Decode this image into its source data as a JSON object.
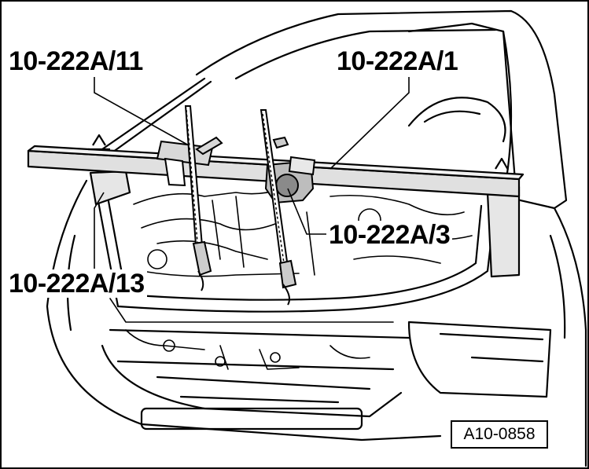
{
  "labels": {
    "support_bracket_11": "10-222A/11",
    "support_bar_1": "10-222A/1",
    "spindle_3": "10-222A/3",
    "adapter_13": "10-222A/13"
  },
  "figure_id": "A10-0858"
}
